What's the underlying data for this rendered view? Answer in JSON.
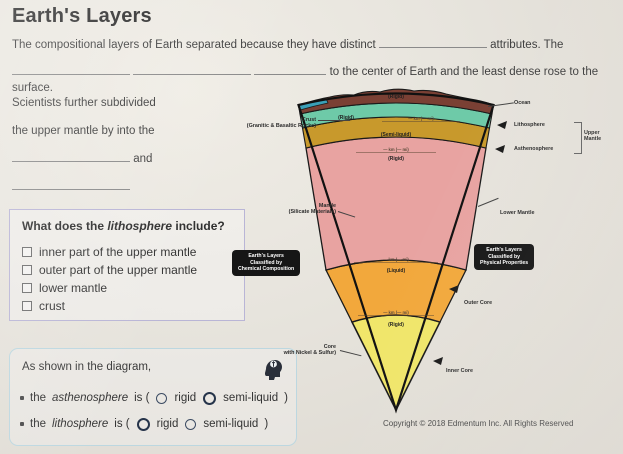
{
  "page": {
    "title": "Earth's Layers",
    "copyright": "Copyright © 2018 Edmentum Inc. All Rights Reserved"
  },
  "intro": {
    "line1_a": "The compositional layers of Earth separated because they have distinct",
    "line1_b": "attributes. The",
    "line2_b": "to the center of Earth and the least dense rose to the surface.",
    "line3": "Scientists further subdivided",
    "line4": "the upper mantle by into the",
    "line5_b": "and"
  },
  "question": {
    "prompt_a": "What does the ",
    "prompt_em": "lithosphere",
    "prompt_b": " include?",
    "options": [
      {
        "label": "inner part of the upper mantle",
        "checked": false
      },
      {
        "label": "outer part of the upper mantle",
        "checked": false
      },
      {
        "label": "lower mantle",
        "checked": false
      },
      {
        "label": "crust",
        "checked": false
      }
    ]
  },
  "diagram_question": {
    "lead": "As shown in the diagram,",
    "icon": "brain-head-icon",
    "items": [
      {
        "prefix": "the ",
        "term": "asthenosphere",
        "verb": " is (",
        "choice_a": "rigid",
        "choice_b": "semi-liquid",
        "suffix": ")",
        "selected": "semi-liquid"
      },
      {
        "prefix": "the ",
        "term": "lithosphere",
        "verb": " is (",
        "choice_a": "rigid",
        "choice_b": "semi-liquid",
        "suffix": ")",
        "selected": "rigid"
      }
    ]
  },
  "diagram": {
    "left_labels": [
      {
        "name": "crust",
        "line1": "Crust",
        "line2": "(Granitic & Basaltic Rocks)"
      },
      {
        "name": "mantle",
        "line1": "Mantle",
        "line2": "(Silicate Materials)"
      },
      {
        "name": "core",
        "line1": "Core",
        "line2": "with Nickel & Sulfur)"
      }
    ],
    "right_labels": [
      {
        "name": "ocean",
        "text": "Ocean"
      },
      {
        "name": "lithosphere",
        "text": "Lithosphere"
      },
      {
        "name": "asthenosphere",
        "text": "Asthenosphere"
      },
      {
        "name": "lower-mantle",
        "text": "Lower Mantle"
      },
      {
        "name": "outer-core",
        "text": "Outer Core"
      },
      {
        "name": "inner-core",
        "text": "Inner Core"
      }
    ],
    "bracket_label": {
      "line1": "Upper",
      "line2": "Mantle"
    },
    "chips": [
      {
        "name": "chemical-composition",
        "line1": "Earth's Layers",
        "line2": "Classified by",
        "line3": "Chemical Composition"
      },
      {
        "name": "physical-properties",
        "line1": "Earth's Layers",
        "line2": "Classified by",
        "line3": "Physical Properties"
      }
    ],
    "band_states": [
      {
        "name": "crust-state",
        "text": "(Rigid)"
      },
      {
        "name": "lithosphere-state",
        "text": "(Rigid)"
      },
      {
        "name": "asthenosphere-state",
        "text": "(Semi-liquid)"
      },
      {
        "name": "lower-mantle-state",
        "text": "(Rigid)"
      },
      {
        "name": "outer-core-state",
        "text": "(Liquid)"
      },
      {
        "name": "inner-core-state",
        "text": "(Rigid)"
      }
    ],
    "depth_marks": [
      {
        "name": "depth-lithosphere",
        "text": "— km (— mi)"
      },
      {
        "name": "depth-asthenosphere",
        "text": "— km (— mi)"
      },
      {
        "name": "depth-outer-core",
        "text": "— km (— mi)"
      },
      {
        "name": "depth-inner-core",
        "text": "— km (— mi)"
      }
    ],
    "colors": {
      "crust": "#7a4034",
      "lithosphere": "#6ecaa8",
      "asthenosphere": "#c8992c",
      "lower_mantle": "#e8a3a1",
      "outer_core": "#f2a83c",
      "inner_core": "#f0e66a",
      "ocean": "#3aa0b8"
    }
  }
}
